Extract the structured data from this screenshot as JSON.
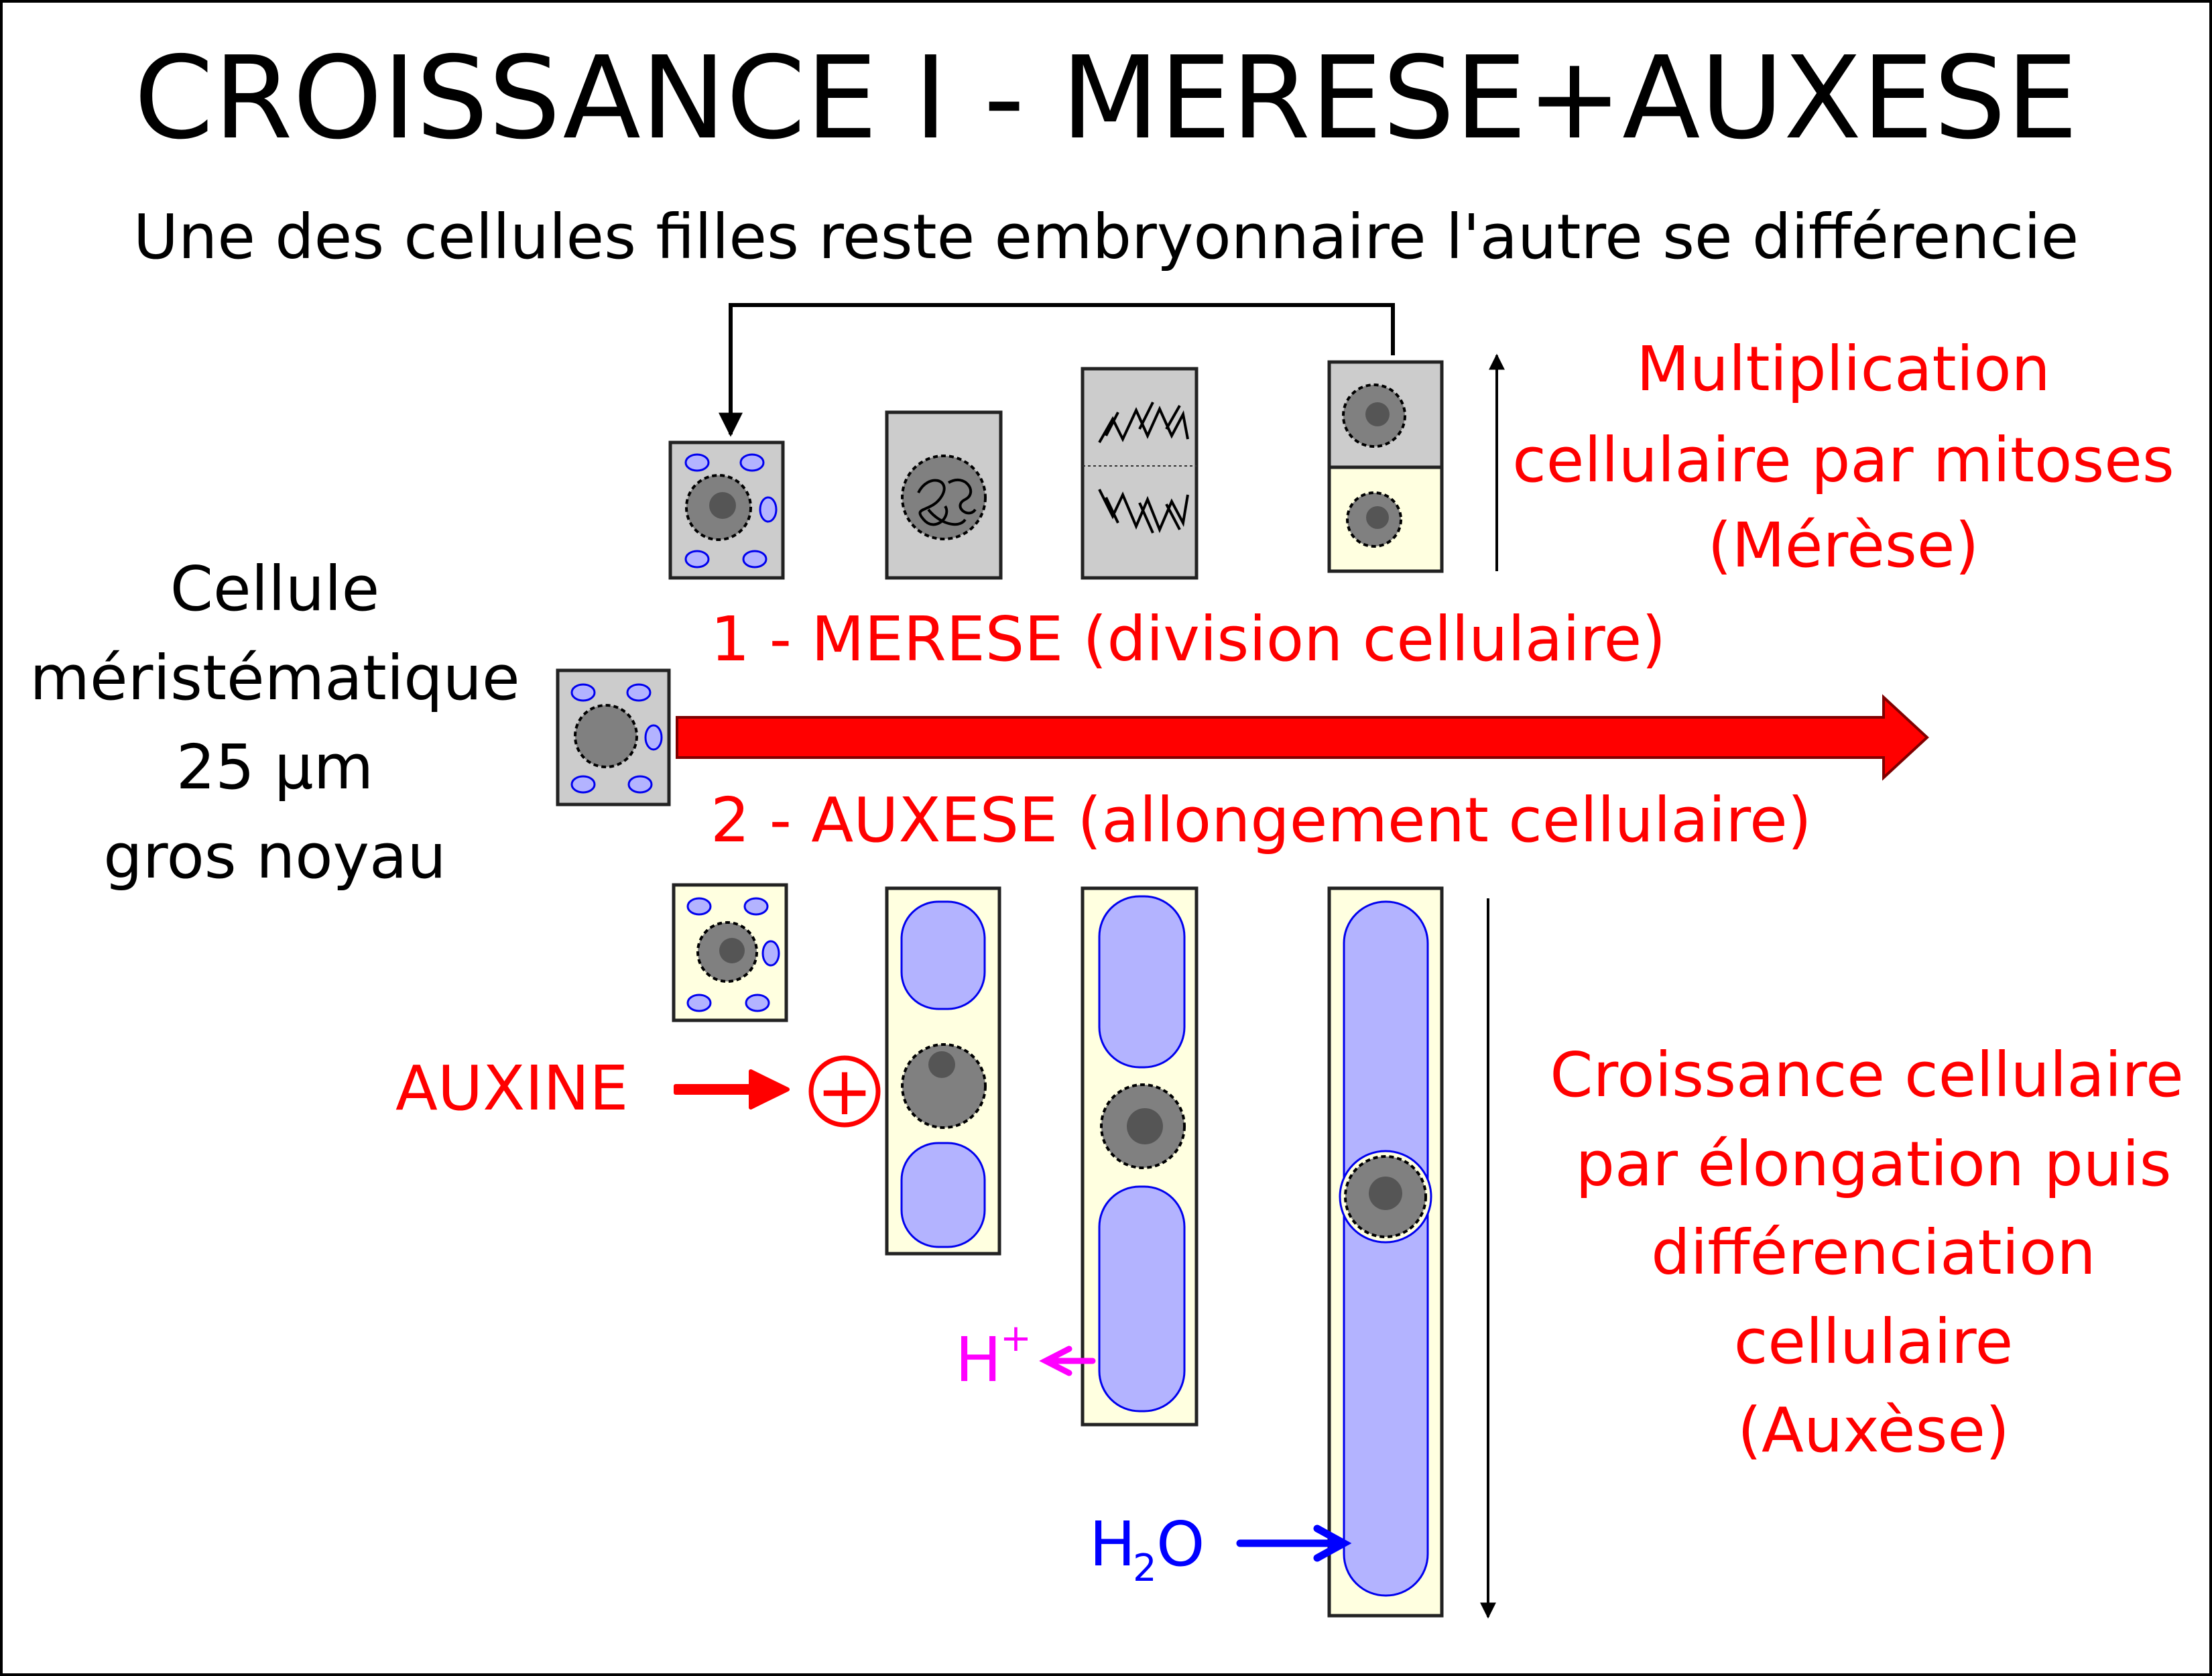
{
  "title": "CROISSANCE I - MERESE+AUXESE",
  "subtitle": "Une des cellules filles reste embryonnaire l'autre se différencie",
  "left_label": [
    "Cellule",
    "méristématique",
    "25 µm",
    "gros noyau"
  ],
  "merese_label": "1 - MERESE (division cellulaire)",
  "auxese_label": "2 - AUXESE (allongement cellulaire)",
  "multiplication_label": [
    "Multiplication",
    "cellulaire par mitoses",
    "(Mérèse)"
  ],
  "croissance_label": [
    "Croissance cellulaire",
    "par élongation puis",
    "différenciation",
    "cellulaire",
    "(Auxèse)"
  ],
  "auxine_label": "AUXINE",
  "plus_symbol": "+",
  "h_plus": {
    "base": "H",
    "sup": "+"
  },
  "water": {
    "base": "H",
    "sub": "2",
    "rest": "O"
  },
  "colors": {
    "accent": "#ff0000",
    "cell_gray": "#cccccc",
    "cell_cream": "#ffffe0",
    "vacuole": "#b3b3ff",
    "vacuole_stroke": "#0000ee",
    "nucleus": "#808080",
    "nucleolus": "#555555",
    "h_plus": "#ff00ff",
    "water": "#0000ff"
  }
}
